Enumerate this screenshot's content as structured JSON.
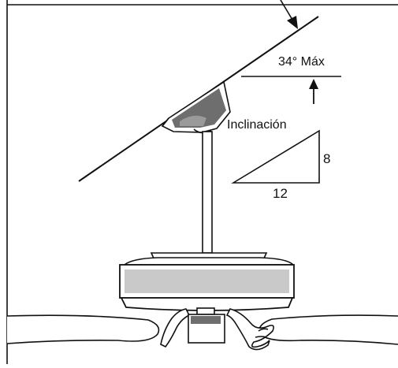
{
  "diagram": {
    "angle_label": "34° Máx",
    "slope_label": "Inclinación",
    "rise_label": "8",
    "run_label": "12",
    "colors": {
      "stroke": "#111111",
      "background": "#ffffff",
      "canopy_shade": "#6e6e6e",
      "motor_shade": "#c9c9c9"
    }
  }
}
